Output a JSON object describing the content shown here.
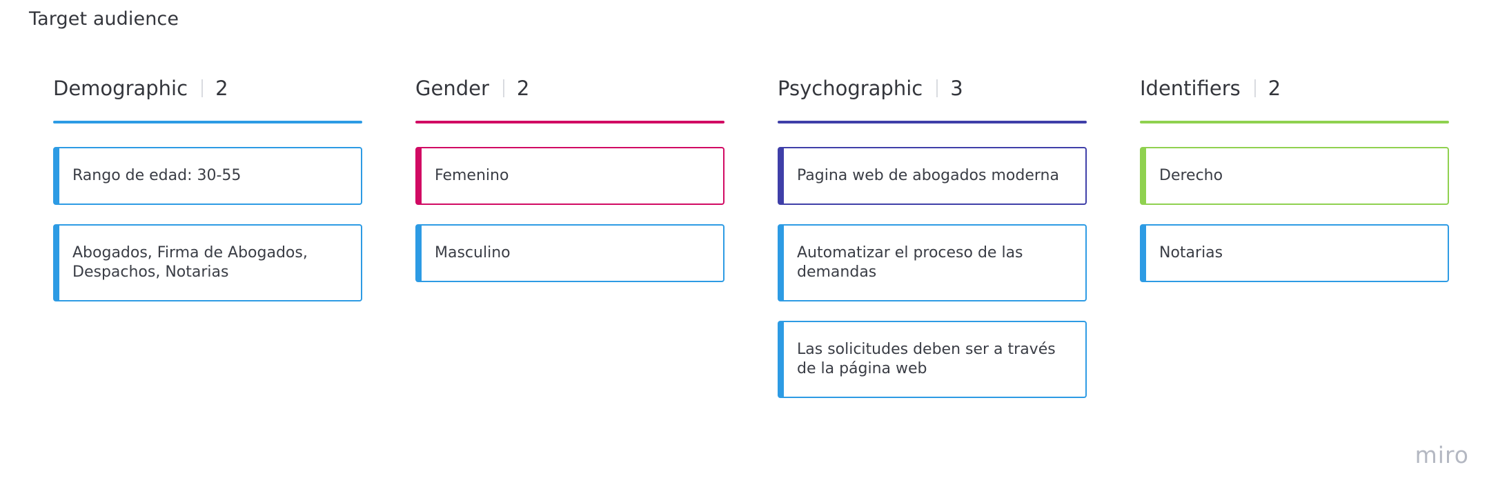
{
  "board": {
    "title": "Target audience"
  },
  "columns": [
    {
      "title": "Demographic",
      "count": "2",
      "color": "#2d9be4",
      "cards": [
        {
          "text": "Rango de edad: 30-55",
          "color": "#2d9be4"
        },
        {
          "text": "Abogados, Firma de Abogados, Despachos, Notarias",
          "color": "#2d9be4"
        }
      ]
    },
    {
      "title": "Gender",
      "count": "2",
      "color": "#d10a63",
      "cards": [
        {
          "text": "Femenino",
          "color": "#d10a63"
        },
        {
          "text": "Masculino",
          "color": "#2d9be4"
        }
      ]
    },
    {
      "title": "Psychographic",
      "count": "3",
      "color": "#3f3fa8",
      "cards": [
        {
          "text": "Pagina web de abogados moderna",
          "color": "#3f3fa8"
        },
        {
          "text": "Automatizar el proceso de las demandas",
          "color": "#2d9be4"
        },
        {
          "text": "Las solicitudes deben ser a través de la página web",
          "color": "#2d9be4"
        }
      ]
    },
    {
      "title": "Identifiers",
      "count": "2",
      "color": "#8fd14f",
      "cards": [
        {
          "text": "Derecho",
          "color": "#8fd14f"
        },
        {
          "text": "Notarias",
          "color": "#2d9be4"
        }
      ]
    }
  ],
  "branding": {
    "logo_text": "miro"
  }
}
